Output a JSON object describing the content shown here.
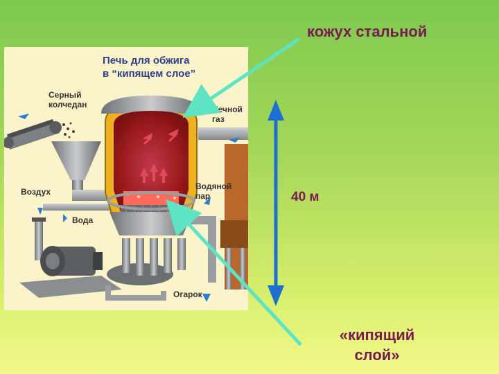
{
  "diagram": {
    "title_line1": "Печь для обжига",
    "title_line2": "в “кипящем слое”",
    "labels": {
      "pyrite_line1": "Серный",
      "pyrite_line2": "колчедан",
      "air": "Воздух",
      "water": "Вода",
      "furnace_gas_line1": "Печной",
      "furnace_gas_line2": "газ",
      "steam_line1": "Водяной",
      "steam_line2": "пар",
      "cinder": "Огарок"
    }
  },
  "annotations": {
    "steel_shell": "кожух стальной",
    "height": "40 м",
    "boiling_bed_line1": "«кипящий",
    "boiling_bed_line2": "слой»"
  },
  "colors": {
    "pointer_arrow": "#5ee3c3",
    "height_arrow": "#1f6fd0",
    "annotation_text": "#7a1a4f",
    "title_text": "#2e3f8c"
  }
}
